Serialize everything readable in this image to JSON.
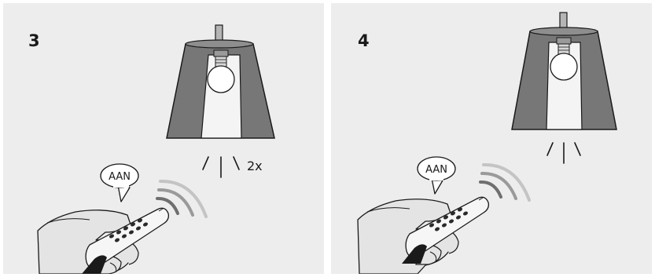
{
  "steps": [
    {
      "number": "3",
      "speech": "AAN",
      "blink_count": "2x"
    },
    {
      "number": "4",
      "speech": "AAN"
    }
  ],
  "colors": {
    "background": "#ededed",
    "lamp_shade": "#777777",
    "lamp_inner": "#f2f2f2",
    "outline": "#1a1a1a",
    "signal_waves": "#b8b8b8"
  },
  "icons": [
    "pendant-lamp-icon",
    "light-bulb-icon",
    "remote-control-icon",
    "hand-icon",
    "speech-bubble-icon",
    "light-rays-icon",
    "signal-waves-icon"
  ]
}
